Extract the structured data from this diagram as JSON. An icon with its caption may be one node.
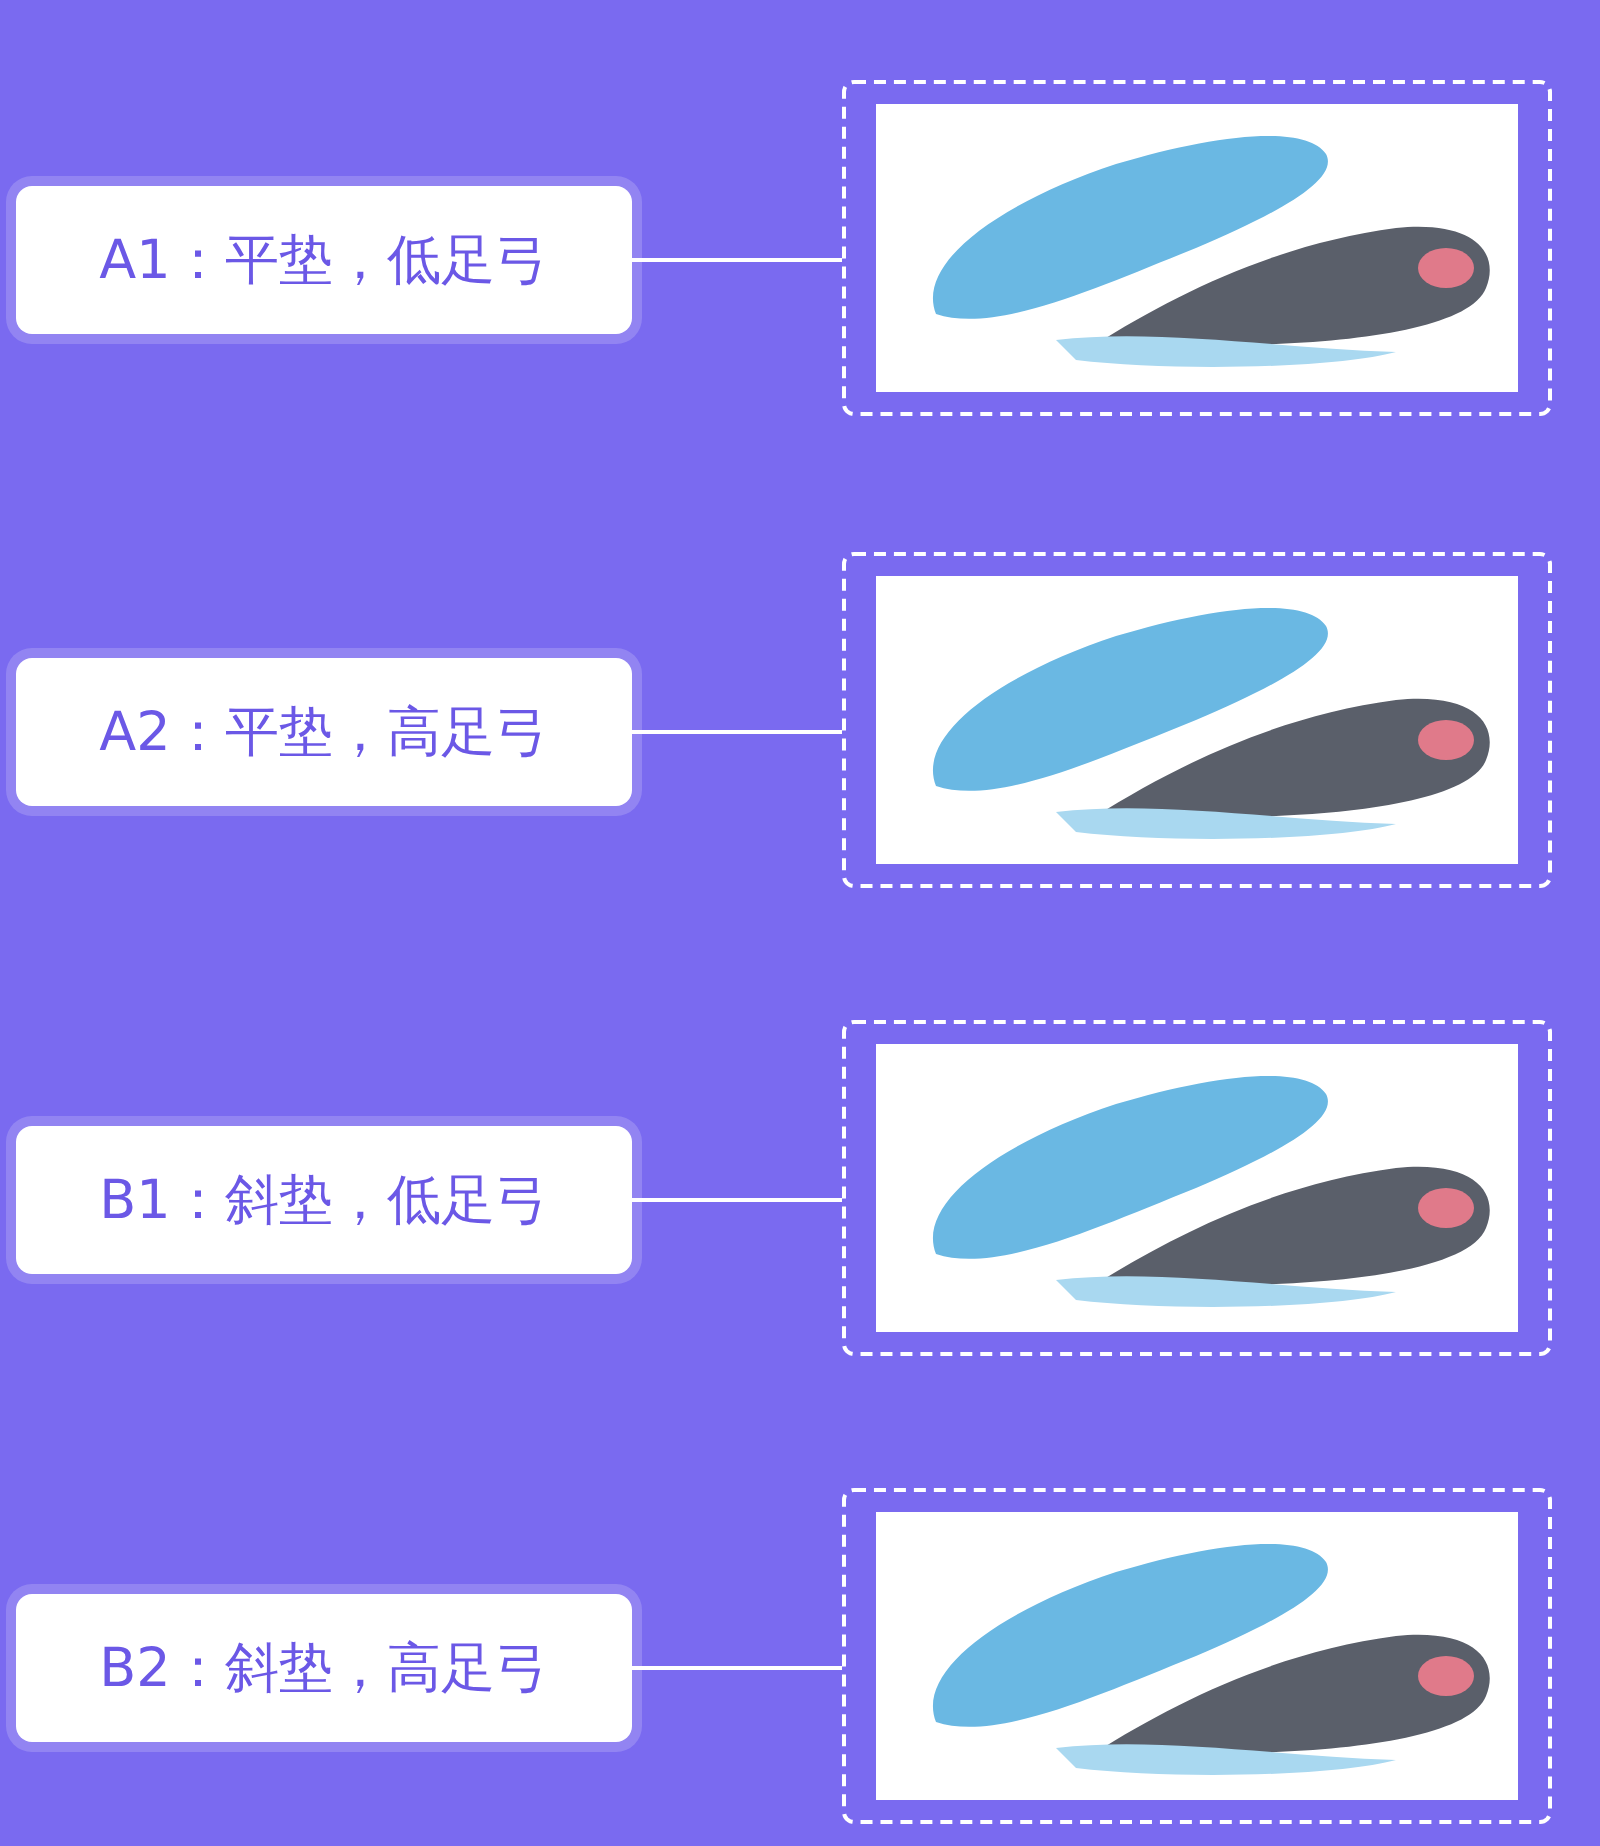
{
  "diagram": {
    "nodes": [
      {
        "text": [
          "A1：平垫，低足弓"
        ]
      },
      {
        "text": [],
        "shape": "picture"
      },
      {
        "text": [
          "A2：平垫，高足弓"
        ]
      },
      {
        "text": [],
        "shape": "picture"
      },
      {
        "text": [
          "B1：斜垫，低足弓"
        ]
      },
      {
        "text": [],
        "shape": "picture"
      },
      {
        "text": [
          "B2：斜垫，高足弓"
        ]
      },
      {
        "text": [],
        "shape": "picture"
      }
    ],
    "edges": [
      {
        "from": 0,
        "to": 1,
        "arrow": "none"
      },
      {
        "from": 2,
        "to": 3,
        "arrow": "none"
      },
      {
        "from": 4,
        "to": 5,
        "arrow": "none"
      },
      {
        "from": 6,
        "to": 7,
        "arrow": "none"
      }
    ]
  }
}
